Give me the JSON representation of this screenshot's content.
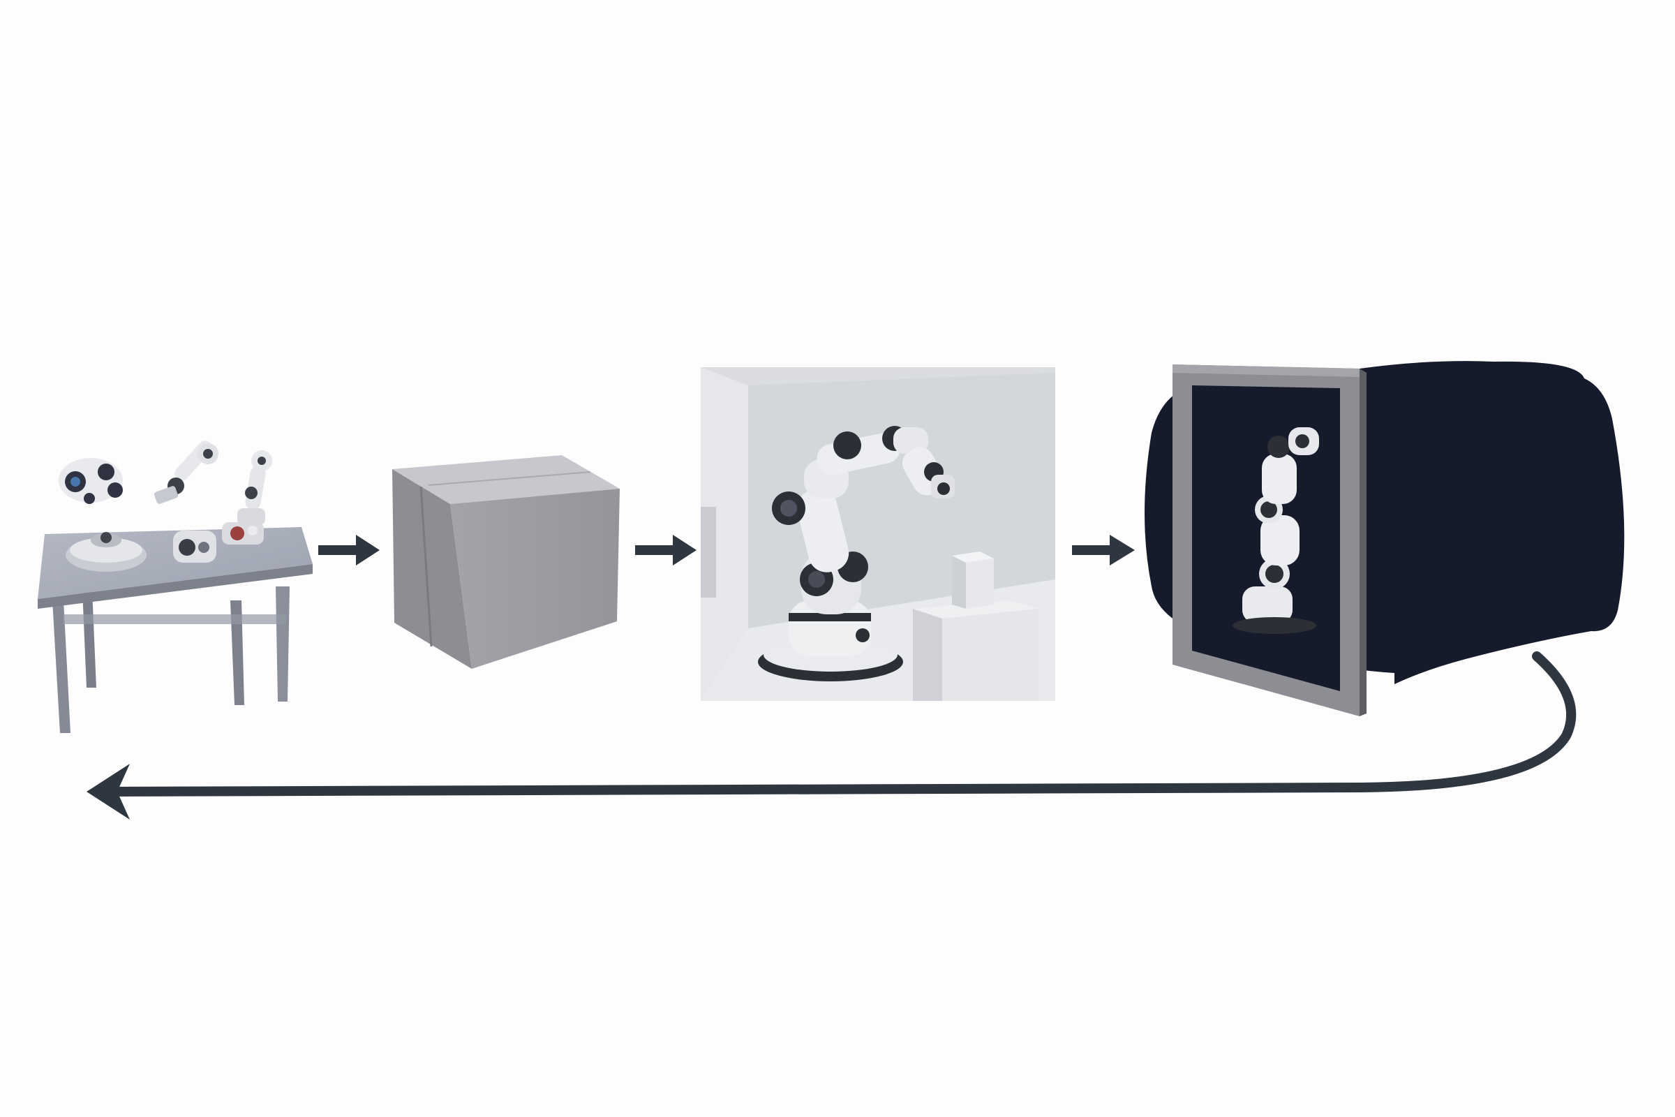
{
  "diagram": {
    "stages": [
      {
        "name": "robot-parts-on-table",
        "description_icon": "table-with-robot-parts-icon"
      },
      {
        "name": "cardboard-box",
        "description_icon": "box-icon"
      },
      {
        "name": "robot-arm-in-room",
        "description_icon": "robot-arm-scene-icon"
      },
      {
        "name": "robot-arm-through-frame",
        "description_icon": "window-frame-robot-icon"
      }
    ],
    "arrows": [
      "arrow-1-to-2",
      "arrow-2-to-3",
      "arrow-3-to-4",
      "return-arrow-4-to-1"
    ]
  },
  "colors": {
    "arrow": "#2e3640",
    "frame_bg": "#161b2c",
    "frame_border": "#8d8e93",
    "box_front": "#a0a1a6",
    "box_top": "#c4c5ca",
    "box_side": "#86878c",
    "room_bg": "#dcdee2",
    "robot_white": "#e9ebee",
    "robot_dark": "#2d2f36",
    "table_top": "#a8adbb"
  }
}
